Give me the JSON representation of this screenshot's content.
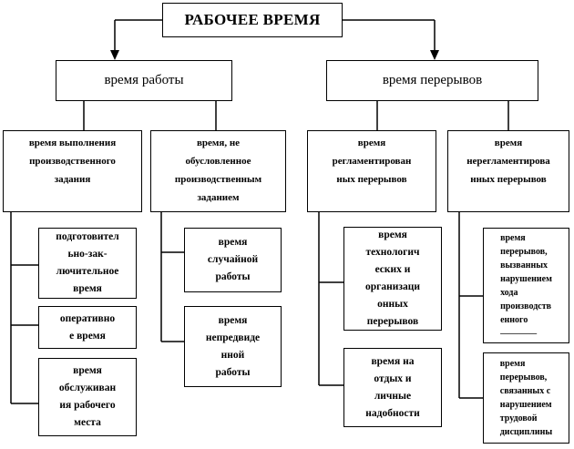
{
  "root": {
    "label": "РАБОЧЕЕ ВРЕМЯ"
  },
  "work": {
    "label": "время работы",
    "task": {
      "label": "время выполнения\nпроизводственного\nзадания",
      "items": [
        "подготовител\nьно-зак-\nлючительное\nвремя",
        "оперативно\nе время",
        "время\nобслуживан\nия рабочего\nместа"
      ]
    },
    "nontask": {
      "label": "время, не\nобусловленное\nпроизводственным\nзаданием",
      "items": [
        "время\nслучайной\nработы",
        "время\nнепредвиде\nнной\nработы"
      ]
    }
  },
  "breaks": {
    "label": "время перерывов",
    "regulated": {
      "label": "время\nрегламентирован\nных перерывов",
      "items": [
        "время\nтехнологич\nеских и\nорганизаци\nонных\nперерывов",
        "время на\nотдых и\nличные\nнадобности"
      ]
    },
    "unregulated": {
      "label": "время\nнерегламентирова\nнных перерывов",
      "items": [
        "время\nперерывов,\nвызванных\nнарушением\nхода\nпроизводств\nенного\n————",
        "время\nперерывов,\nсвязанных с\nнарушением\nтрудовой\nдисциплины"
      ]
    }
  }
}
